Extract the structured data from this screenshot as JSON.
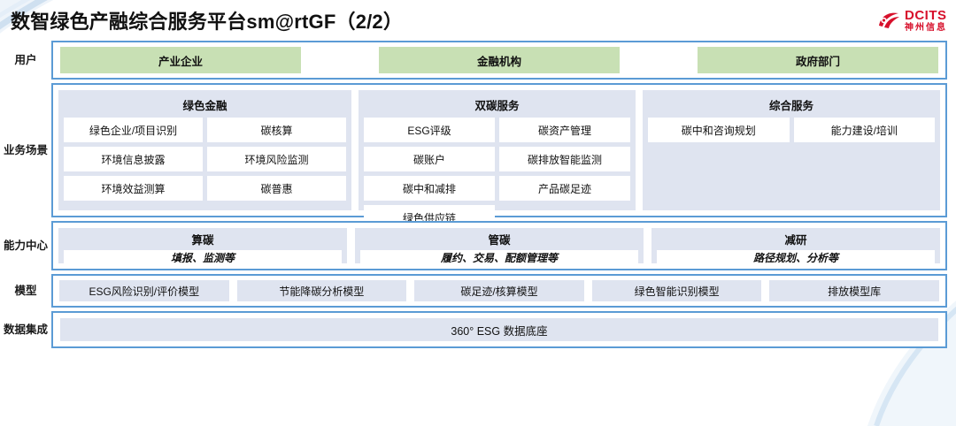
{
  "header": {
    "title": "数智绿色产融综合服务平台sm@rtGF（2/2）",
    "logo": {
      "mark": "dcits-swoosh-logo",
      "en": "DCITS",
      "cn": "神州信息",
      "color": "#d7102b"
    }
  },
  "colors": {
    "border_blue": "#5b9bd5",
    "panel_blue": "#dfe4f0",
    "chip_green": "#c8e0b4",
    "box_white": "#ffffff"
  },
  "rows": [
    {
      "label": "用户",
      "type": "chips-green",
      "items": [
        "产业企业",
        "金融机构",
        "政府部门"
      ]
    },
    {
      "label": "业务场景",
      "type": "groups",
      "groups": [
        {
          "title": "绿色金融",
          "items": [
            "绿色企业/项目识别",
            "碳核算",
            "环境信息披露",
            "环境风险监测",
            "环境效益测算",
            "碳普惠"
          ]
        },
        {
          "title": "双碳服务",
          "items": [
            "ESG评级",
            "碳资产管理",
            "碳账户",
            "碳排放智能监测",
            "碳中和减排",
            "产品碳足迹",
            "绿色供应链"
          ]
        },
        {
          "title": "综合服务",
          "items": [
            "碳中和咨询规划",
            "能力建设/培训"
          ]
        }
      ]
    },
    {
      "label": "能力中心",
      "type": "capability",
      "groups": [
        {
          "title": "算碳",
          "sub": "填报、监测等"
        },
        {
          "title": "管碳",
          "sub": "履约、交易、配额管理等"
        },
        {
          "title": "减研",
          "sub": "路径规划、分析等"
        }
      ]
    },
    {
      "label": "模型",
      "type": "chips-blue",
      "items": [
        "ESG风险识别/评价模型",
        "节能降碳分析模型",
        "碳足迹/核算模型",
        "绿色智能识别模型",
        "排放模型库"
      ]
    },
    {
      "label": "数据集成",
      "type": "bar",
      "items": [
        "360° ESG 数据底座"
      ]
    }
  ]
}
